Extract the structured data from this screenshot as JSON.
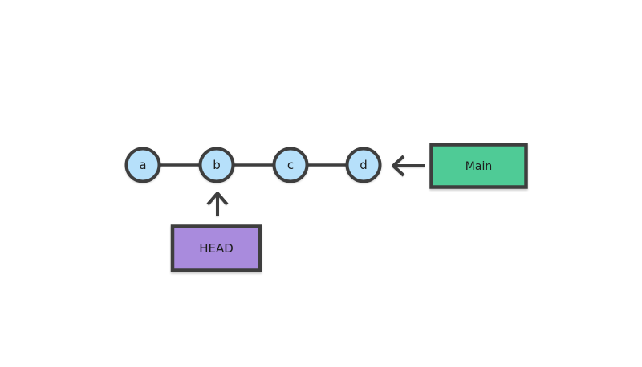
{
  "diagram": {
    "type": "git-commit-graph",
    "commits": [
      {
        "label": "a"
      },
      {
        "label": "b"
      },
      {
        "label": "c"
      },
      {
        "label": "d"
      }
    ],
    "branch": {
      "label": "Main",
      "points_to_commit": "d"
    },
    "head": {
      "label": "HEAD",
      "points_to_commit": "b"
    },
    "colors": {
      "commit_fill": "#B6E0FA",
      "branch_fill": "#4FCB96",
      "head_fill": "#A98BDD",
      "outline": "#3E3E3E",
      "label_text": "#1E1E1E",
      "background": "#FFFFFF"
    }
  }
}
